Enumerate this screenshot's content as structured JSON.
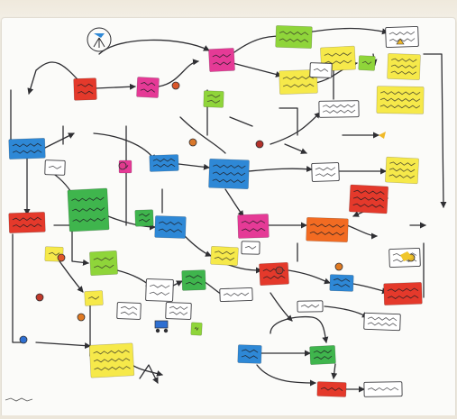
{
  "board": {
    "background": "#fbfbf9",
    "ink": "#2f2f33",
    "note_colors": {
      "blue": "#2e88d6",
      "green": "#3fb54d",
      "lime": "#8fd53a",
      "yellow": "#f6e94a",
      "red": "#e4392b",
      "orange": "#f26b22",
      "magenta": "#e53a96",
      "white": "#ffffff"
    }
  },
  "notes": [
    {
      "label": "",
      "color": "red"
    },
    {
      "label": "",
      "color": "magenta"
    },
    {
      "label": "",
      "color": "magenta"
    },
    {
      "label": "",
      "color": "lime"
    },
    {
      "label": "",
      "color": "yellow"
    },
    {
      "label": "",
      "color": "lime"
    },
    {
      "label": "",
      "color": "yellow"
    },
    {
      "label": "",
      "color": "lime"
    },
    {
      "label": "",
      "color": "yellow"
    },
    {
      "label": "",
      "color": "white"
    },
    {
      "label": "",
      "color": "yellow"
    },
    {
      "label": "",
      "color": "white"
    },
    {
      "label": "",
      "color": "blue"
    },
    {
      "label": "",
      "color": "white"
    },
    {
      "label": "",
      "color": "magenta"
    },
    {
      "label": "",
      "color": "blue"
    },
    {
      "label": "",
      "color": "blue"
    },
    {
      "label": "",
      "color": "white"
    },
    {
      "label": "",
      "color": "yellow"
    },
    {
      "label": "",
      "color": "green"
    },
    {
      "label": "",
      "color": "red"
    },
    {
      "label": "",
      "color": "blue"
    },
    {
      "label": "",
      "color": "magenta"
    },
    {
      "label": "",
      "color": "orange"
    },
    {
      "label": "",
      "color": "red"
    },
    {
      "label": "",
      "color": "green"
    },
    {
      "label": "",
      "color": "yellow"
    },
    {
      "label": "",
      "color": "white"
    },
    {
      "label": "",
      "color": "white"
    },
    {
      "label": "",
      "color": "red"
    },
    {
      "label": "",
      "color": "yellow"
    },
    {
      "label": "",
      "color": "lime"
    },
    {
      "label": "",
      "color": "white"
    },
    {
      "label": "",
      "color": "red"
    },
    {
      "label": "",
      "color": "blue"
    },
    {
      "label": "",
      "color": "yellow"
    },
    {
      "label": "",
      "color": "white"
    },
    {
      "label": "",
      "color": "green"
    },
    {
      "label": "",
      "color": "white"
    },
    {
      "label": "",
      "color": "lime"
    },
    {
      "label": "",
      "color": "white"
    },
    {
      "label": "",
      "color": "blue"
    },
    {
      "label": "",
      "color": "white"
    },
    {
      "label": "",
      "color": "white"
    },
    {
      "label": "",
      "color": "green"
    },
    {
      "label": "",
      "color": "red"
    },
    {
      "label": "",
      "color": "white"
    },
    {
      "label": "",
      "color": "yellow"
    },
    {
      "label": "",
      "color": "white"
    }
  ]
}
